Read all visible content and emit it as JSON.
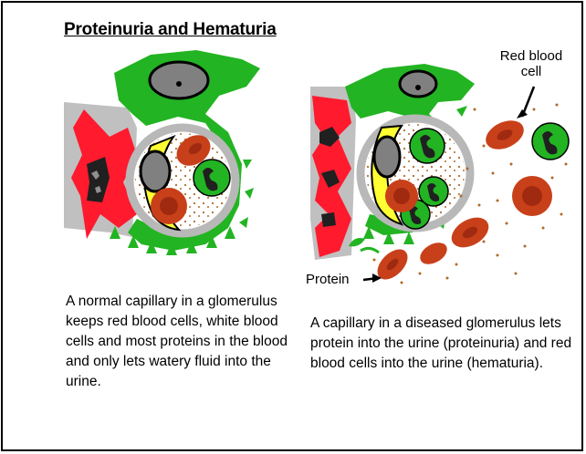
{
  "title": "Proteinuria and Hematuria",
  "labels": {
    "red_blood_cell": "Red blood cell",
    "protein": "Protein"
  },
  "captions": {
    "normal": "A normal capillary in a glomerulus keeps red blood cells, white blood cells and most proteins in the blood and only lets watery fluid into the urine.",
    "diseased": "A capillary in a diseased glomerulus lets protein into the urine (proteinuria) and red blood cells into the urine (hematuria)."
  },
  "colors": {
    "podocyte": "#1fb41f",
    "mesangial": "#ff1a2e",
    "red_cell": "#c8401a",
    "endothelium": "#ffff33",
    "basement_membrane": "#b8b8b8",
    "nucleus": "#808080"
  }
}
